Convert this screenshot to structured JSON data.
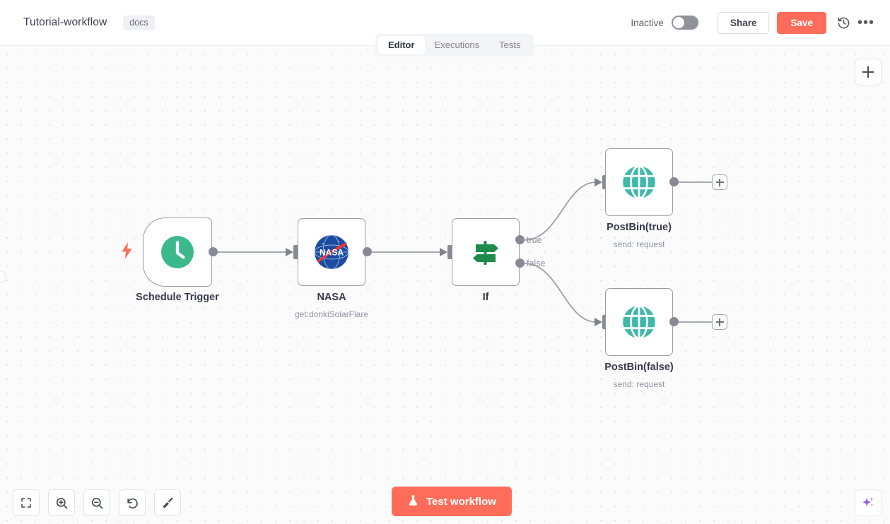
{
  "header": {
    "workflow_title": "Tutorial-workflow",
    "tag": "docs",
    "activation_label": "Inactive",
    "activation_state": "off",
    "share_label": "Share",
    "save_label": "Save",
    "history_icon": "history-icon",
    "more_icon": "ellipsis-icon",
    "save_color": "#ff6d5a"
  },
  "tabs": [
    {
      "label": "Editor",
      "active": true
    },
    {
      "label": "Executions",
      "active": false
    },
    {
      "label": "Tests",
      "active": false
    }
  ],
  "canvas": {
    "background": "#fbfbfc",
    "add_node_icon": "plus-icon",
    "nodes": [
      {
        "id": "schedule-trigger",
        "name": "Schedule Trigger",
        "subtitle": "",
        "icon": "clock-icon",
        "icon_color": "#3cb98b",
        "type": "trigger"
      },
      {
        "id": "nasa",
        "name": "NASA",
        "subtitle": "get:donkiSolarFlare",
        "icon": "nasa-logo-icon",
        "icon_color": "#1b3d8f",
        "type": "action"
      },
      {
        "id": "if",
        "name": "If",
        "subtitle": "",
        "icon": "signpost-icon",
        "icon_color": "#1f8a4c",
        "type": "conditional",
        "outputs": [
          "true",
          "false"
        ]
      },
      {
        "id": "postbin-true",
        "name": "PostBin(true)",
        "subtitle": "send: request",
        "icon": "globe-icon",
        "icon_color": "#3fb8aa",
        "type": "action"
      },
      {
        "id": "postbin-false",
        "name": "PostBin(false)",
        "subtitle": "send: request",
        "icon": "globe-icon",
        "icon_color": "#3fb8aa",
        "type": "action"
      }
    ],
    "connection_stub_icon": "plus-icon"
  },
  "toolbar": {
    "buttons": [
      {
        "name": "fit-to-view",
        "icon": "fit-screen-icon"
      },
      {
        "name": "zoom-in",
        "icon": "zoom-in-icon"
      },
      {
        "name": "zoom-out",
        "icon": "zoom-out-icon"
      },
      {
        "name": "reset-zoom",
        "icon": "undo-icon"
      },
      {
        "name": "tidy-up",
        "icon": "broom-icon"
      }
    ],
    "test_workflow_label": "Test workflow",
    "test_workflow_icon": "flask-icon",
    "test_workflow_color": "#ff6d5a",
    "ai_assistant_icon": "sparkle-icon"
  }
}
